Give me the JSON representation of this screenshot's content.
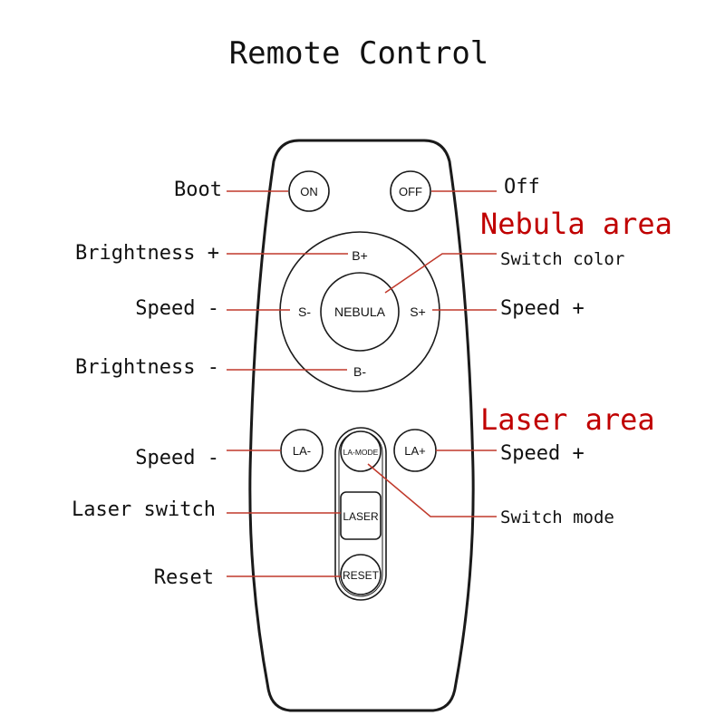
{
  "title": "Remote Control",
  "colors": {
    "leader_line": "#c0392b",
    "area_heading": "#c00000",
    "outline": "#1a1a1a",
    "text": "#111111",
    "background": "#ffffff"
  },
  "areas": {
    "nebula": "Nebula area",
    "laser": "Laser area"
  },
  "buttons": {
    "on": "ON",
    "off": "OFF",
    "b_plus": "B+",
    "b_minus": "B-",
    "s_minus": "S-",
    "s_plus": "S+",
    "nebula": "NEBULA",
    "la_minus": "LA-",
    "la_mode": "LA-MODE",
    "la_plus": "LA+",
    "laser": "LASER",
    "reset": "RESET"
  },
  "callouts": {
    "boot": "Boot",
    "off": "Off",
    "brightness_plus": "Brightness +",
    "switch_color": "Switch color",
    "speed_minus_nebula": "Speed -",
    "speed_plus_nebula": "Speed +",
    "brightness_minus": "Brightness -",
    "speed_minus_laser": "Speed -",
    "speed_plus_laser": "Speed +",
    "laser_switch": "Laser switch",
    "switch_mode": "Switch mode",
    "reset": "Reset"
  }
}
